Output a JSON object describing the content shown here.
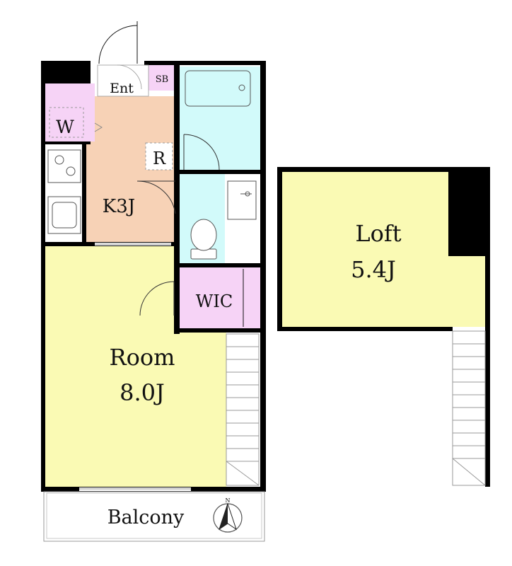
{
  "plan": {
    "rooms": {
      "entrance": "Ent",
      "shoe_box": "SB",
      "washer": "W",
      "fridge": "R",
      "kitchen": "K3J",
      "walk_in_closet": "WIC",
      "main_room_name": "Room",
      "main_room_size": "8.0J",
      "loft_name": "Loft",
      "loft_size": "5.4J",
      "balcony": "Balcony"
    },
    "compass": "N",
    "colors": {
      "room": "#fafab4",
      "kitchen": "#f7d2b6",
      "bath": "#d2fafa",
      "closet": "#f6d3f6",
      "wall": "#000000"
    }
  }
}
